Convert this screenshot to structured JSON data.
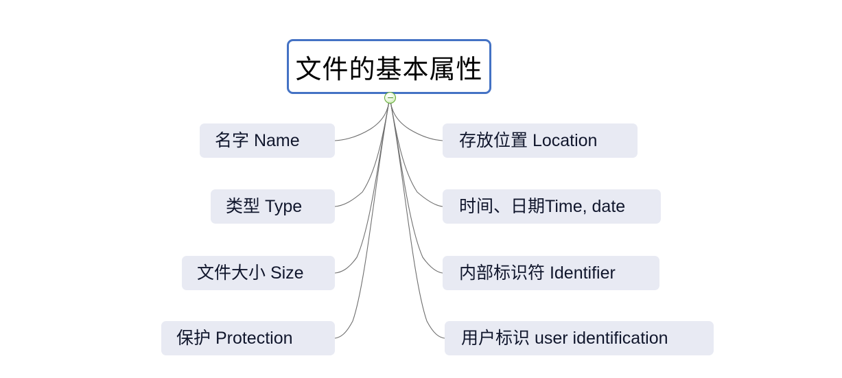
{
  "diagram": {
    "type": "mind-map",
    "title": "文件的基本属性",
    "root": {
      "label": "文件的基本属性",
      "border_color": "#4472C4",
      "fill_color": "#FFFFFF",
      "text_color": "#000000"
    },
    "toggle": {
      "name": "collapse-toggle",
      "state": "expanded",
      "glyph": "minus",
      "color": "#5FA832"
    },
    "branch_style": {
      "fill_color": "#E8EAF3",
      "text_color": "#10162C",
      "line_color": "#6E6E6E"
    },
    "branches_left": [
      {
        "label": "名字 Name"
      },
      {
        "label": "类型 Type"
      },
      {
        "label": "文件大小 Size"
      },
      {
        "label": "保护 Protection"
      }
    ],
    "branches_right": [
      {
        "label": "存放位置 Location"
      },
      {
        "label": "时间、日期Time, date"
      },
      {
        "label": "内部标识符 Identifier"
      },
      {
        "label": "用户标识 user identification"
      }
    ]
  }
}
